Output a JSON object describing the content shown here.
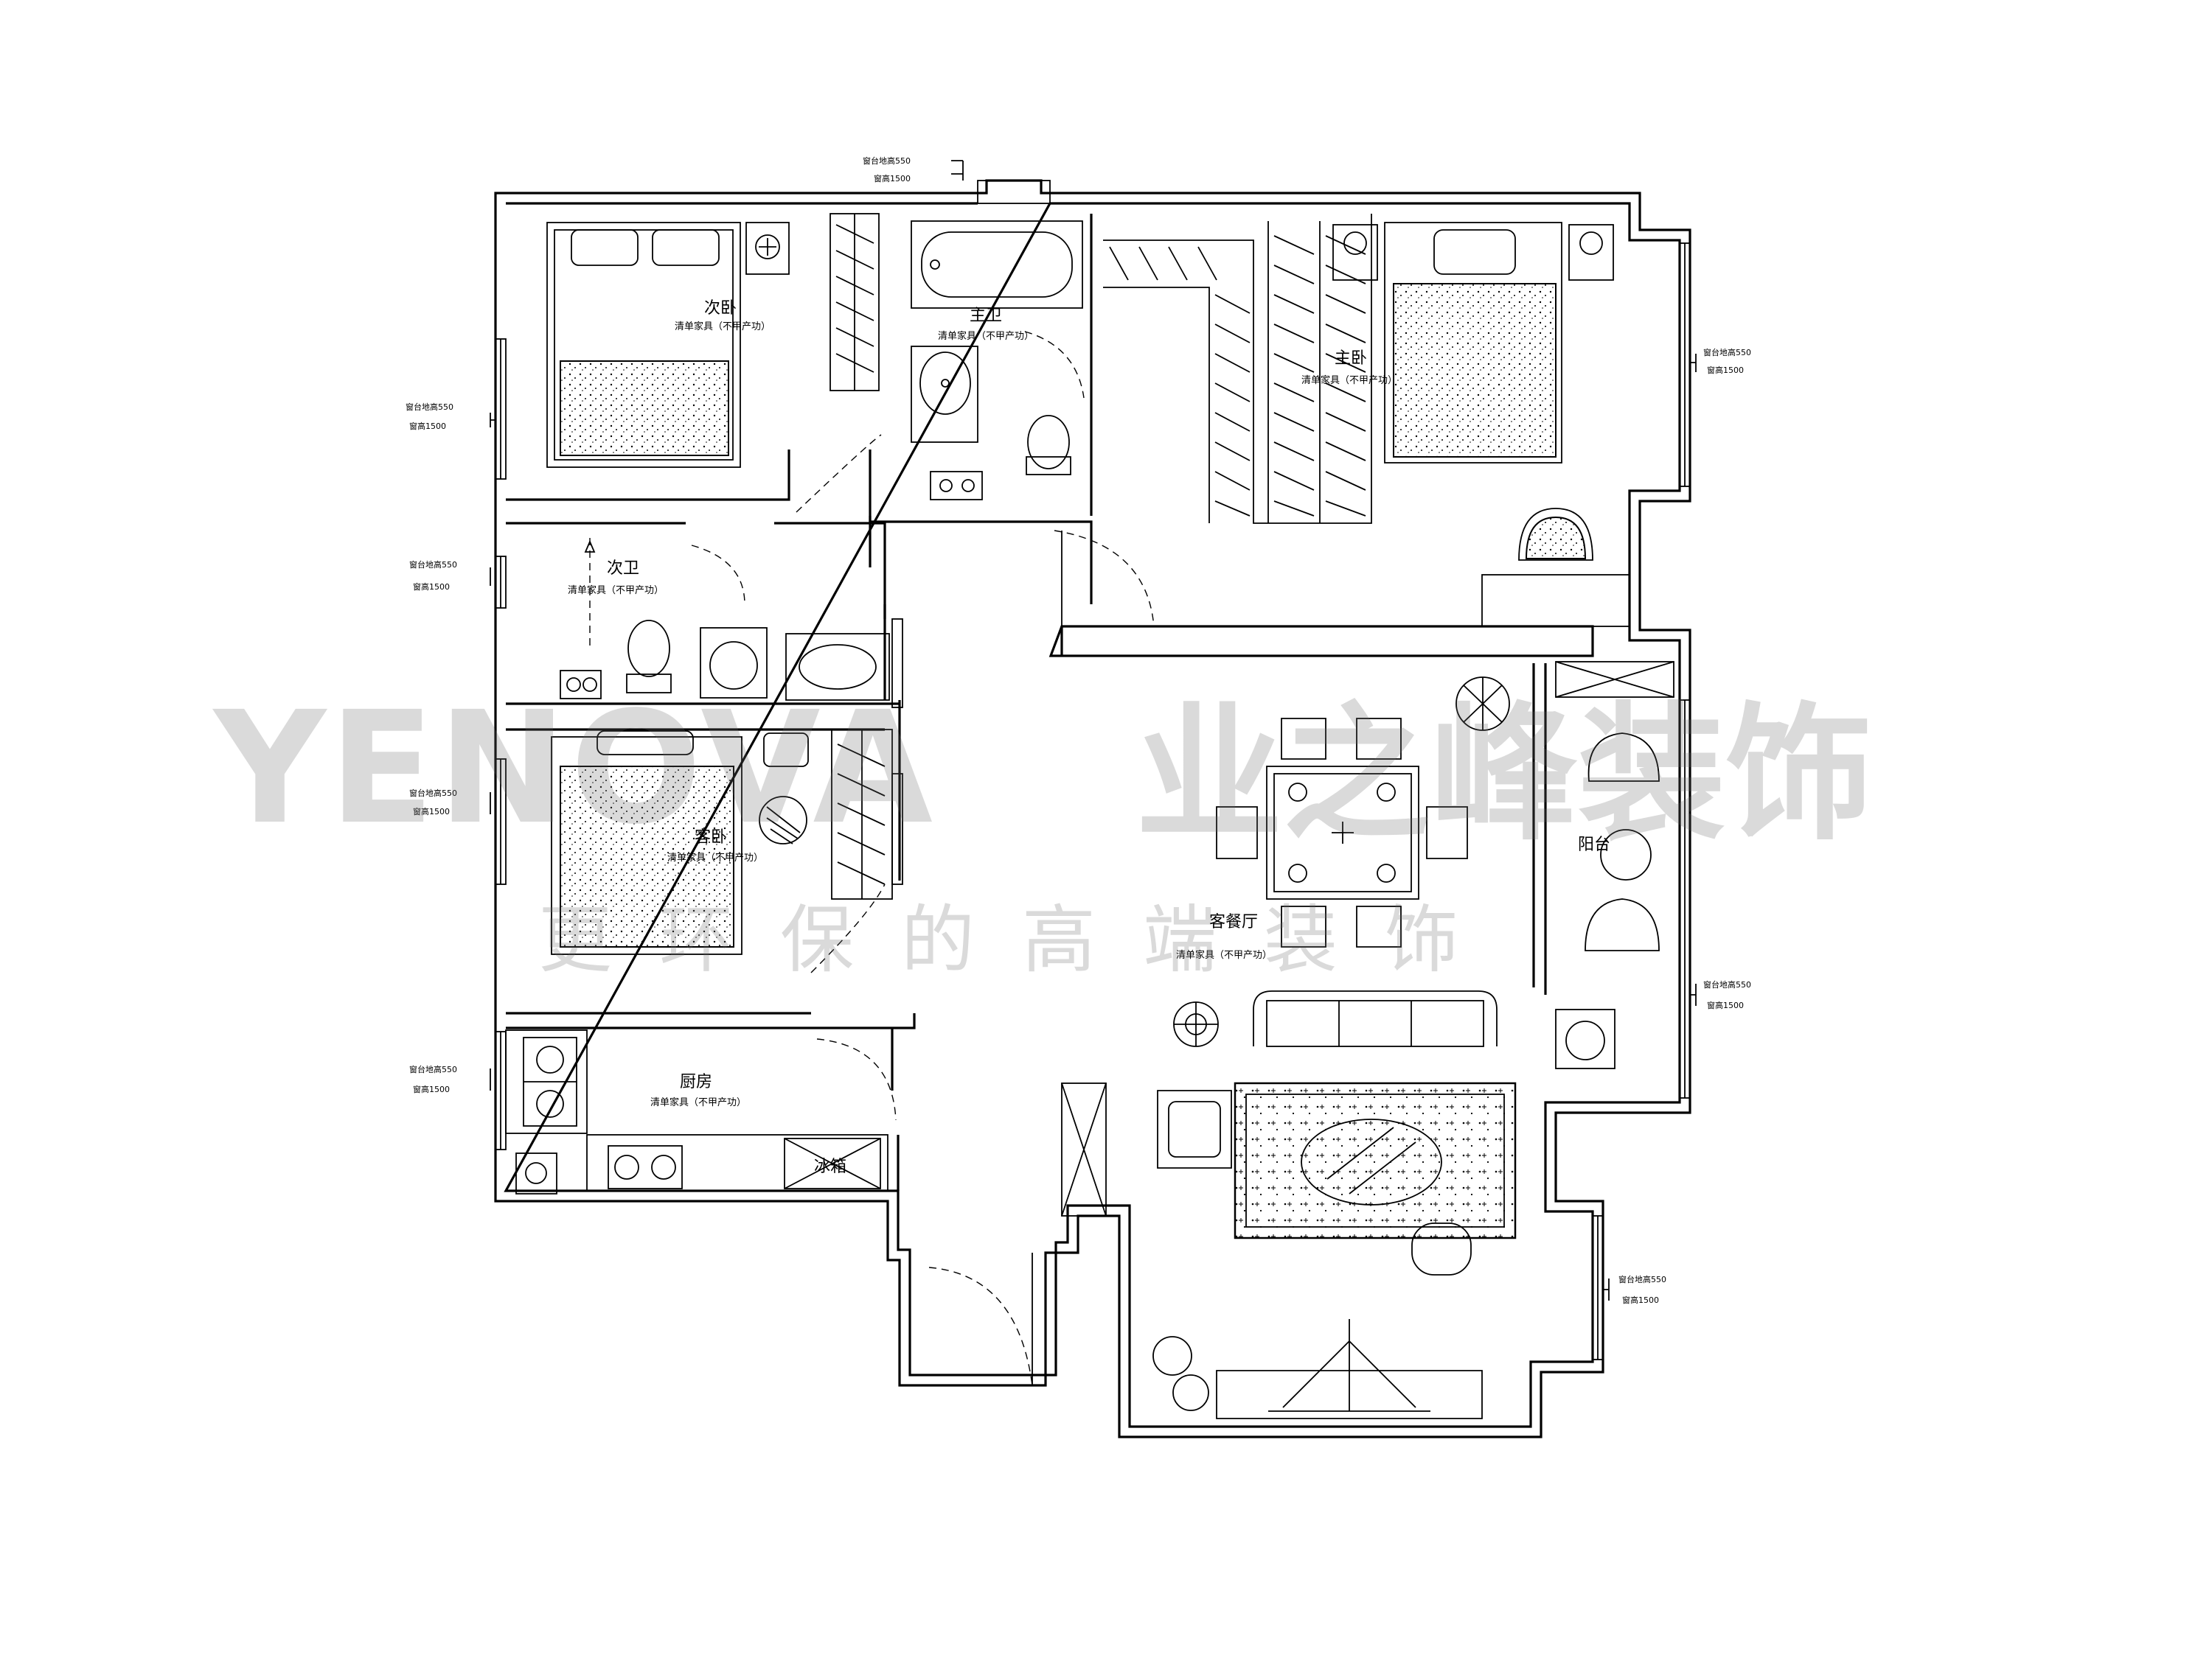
{
  "rooms": {
    "second_bedroom": {
      "label": "次卧",
      "note": "清单家具（不甲产功）"
    },
    "main_bath": {
      "label": "主卫",
      "note": "清单家具（不甲产功）"
    },
    "master_bedroom": {
      "label": "主卧",
      "note": "清单家具（不甲产功）"
    },
    "second_bath": {
      "label": "次卫",
      "note": "清单家具（不甲产功）"
    },
    "guest_bedroom": {
      "label": "客卧",
      "note": "清单家具（不甲产功）"
    },
    "living_dining": {
      "label": "客餐厅",
      "note": "清单家具（不甲产功）"
    },
    "balcony": {
      "label": "阳台"
    },
    "kitchen": {
      "label": "厨房",
      "note": "清单家具（不甲产功）"
    }
  },
  "appliances": {
    "fridge": "冰箱"
  },
  "window_tags": {
    "sill": "窗台地高550",
    "height": "窗高1500"
  },
  "watermark": {
    "brand_latin": "YENOVA",
    "brand_cn": "业之峰装饰",
    "slogan": "更环保的高端装饰"
  }
}
